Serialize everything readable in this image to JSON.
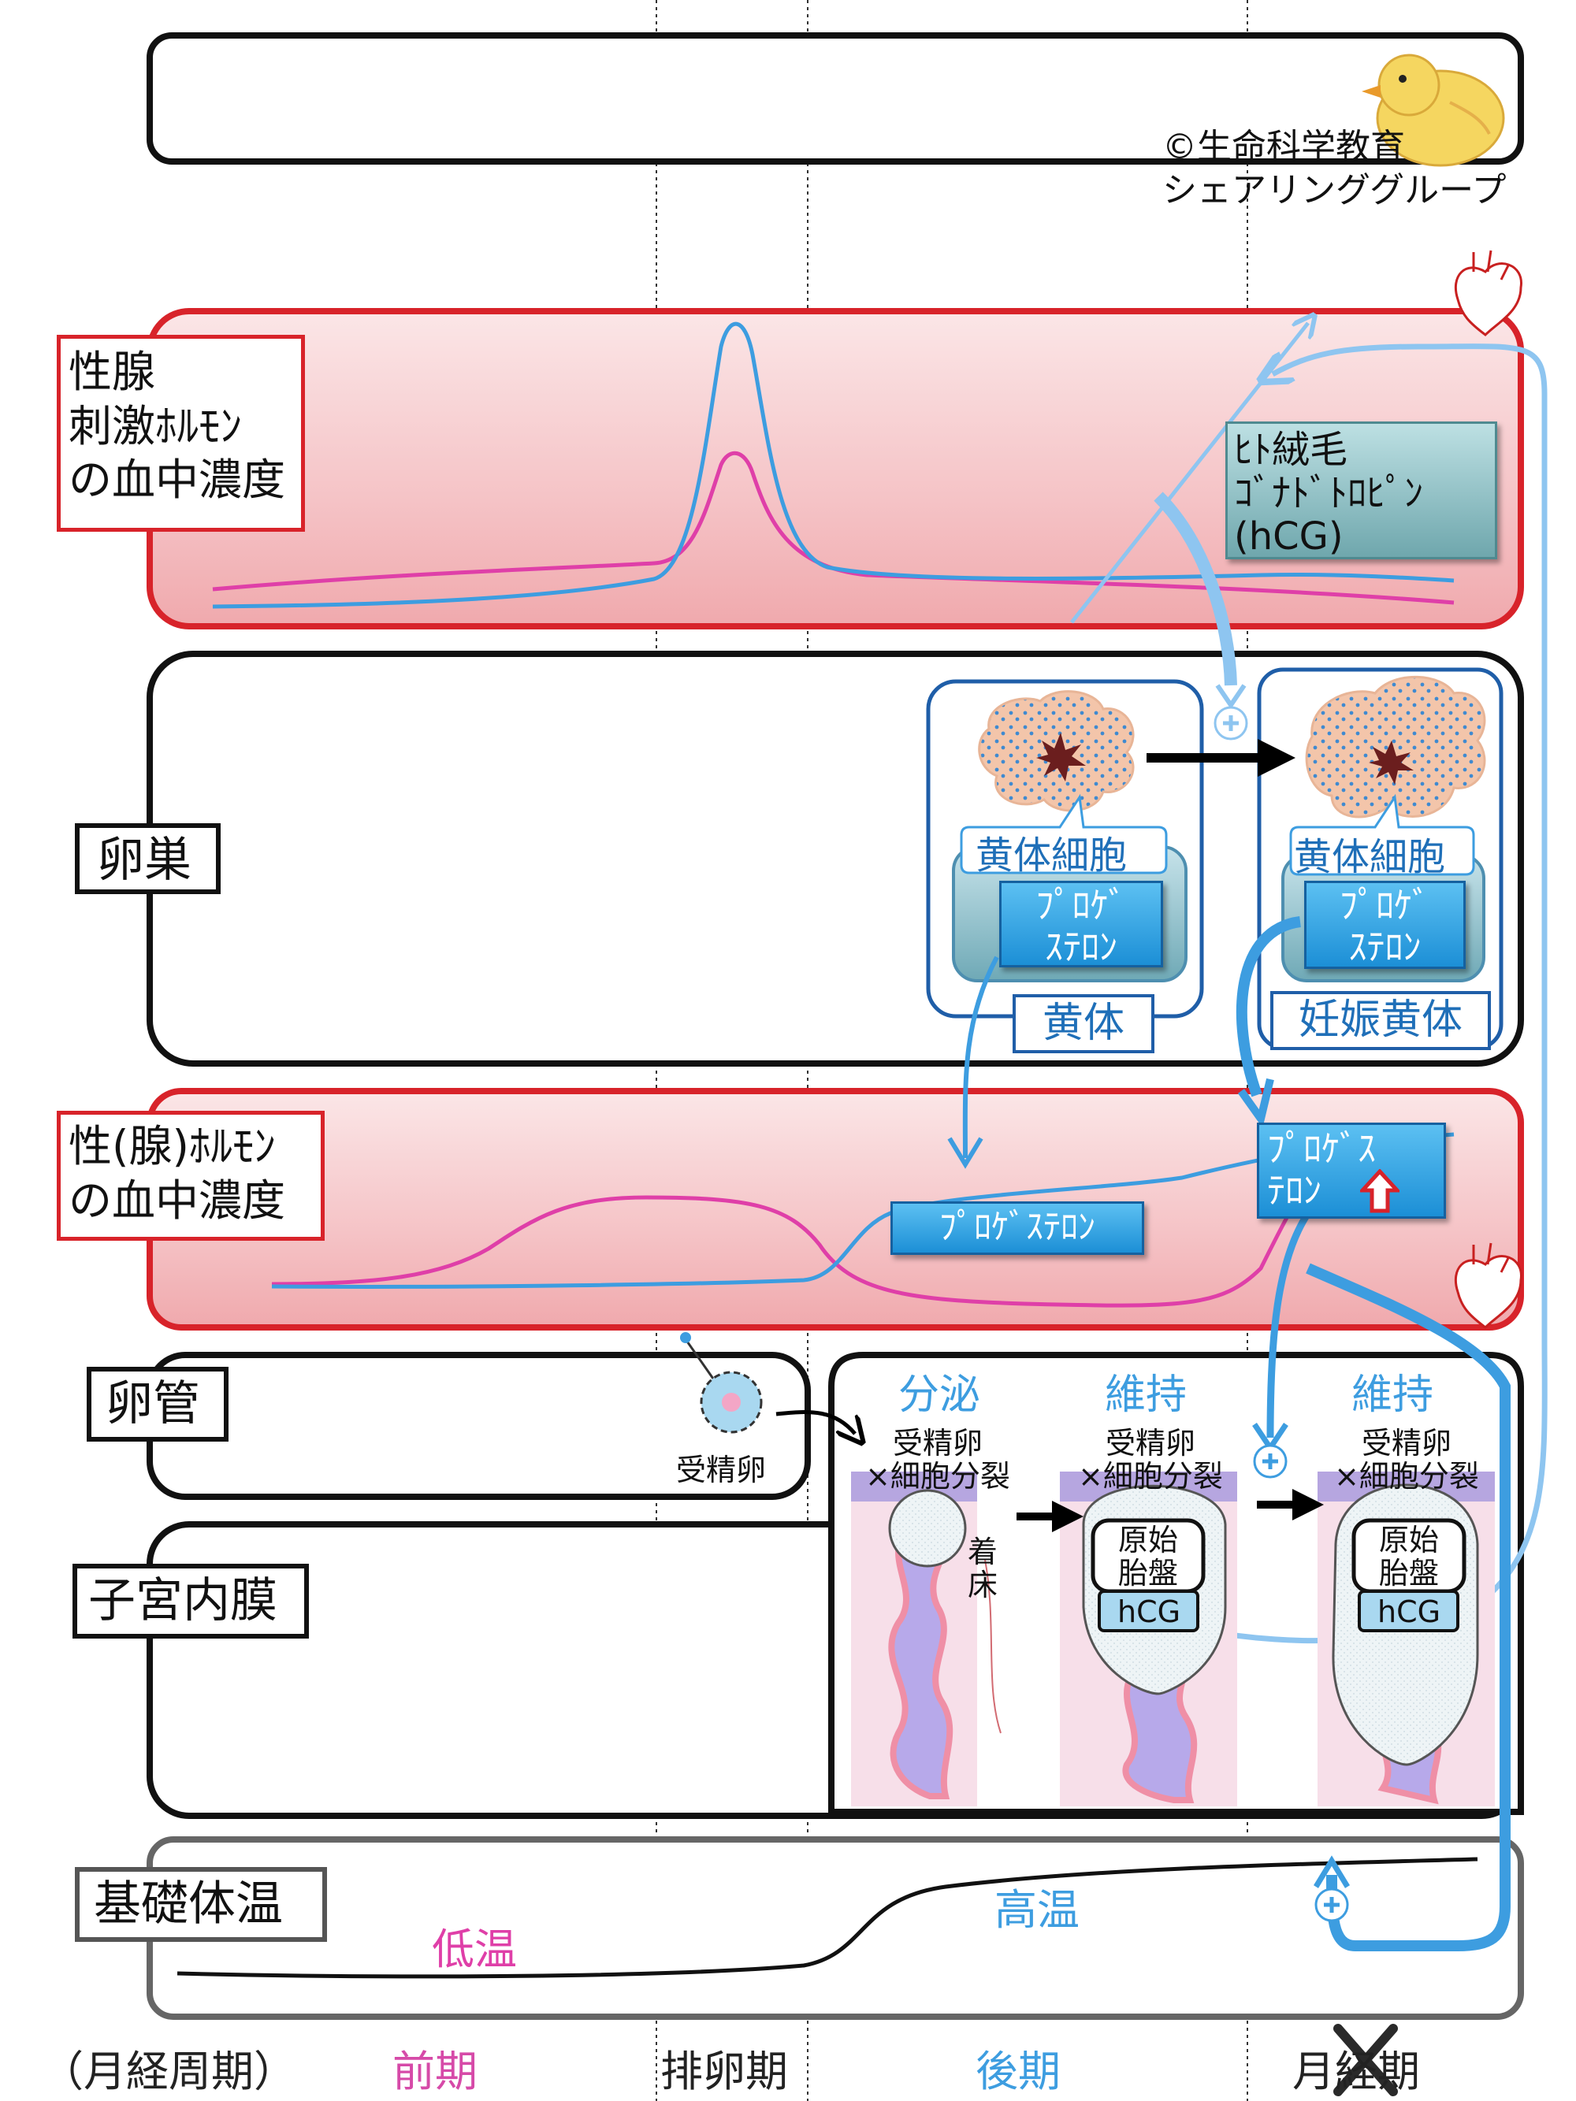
{
  "labels": {
    "gonadotropin": [
      "性腺",
      "刺激ﾎﾙﾓﾝ",
      "の血中濃度"
    ],
    "ovary": "卵巣",
    "sex_hormone": [
      "性(腺)ﾎﾙﾓﾝ",
      "の血中濃度"
    ],
    "oviduct": "卵管",
    "endometrium": "子宮内膜",
    "bbt": "基礎体温"
  },
  "credit": [
    "©生命科学教育",
    "シェアリンググループ"
  ],
  "hcg_box": [
    "ﾋﾄ絨毛",
    "ｺﾞﾅﾄﾞﾄﾛﾋﾟﾝ",
    "(hCG)"
  ],
  "ovary_panel": {
    "luteal_cell": "黄体細胞",
    "progesterone": [
      "ﾌﾟﾛｹﾞ",
      "ｽﾃﾛﾝ"
    ],
    "corpus_luteum": "黄体",
    "pregnancy_luteum": "妊娠黄体"
  },
  "hormone_panel": {
    "progesterone_mid": "ﾌﾟﾛｹﾞｽﾃﾛﾝ",
    "progesterone_right": [
      "ﾌﾟﾛｹﾞｽ",
      "ﾃﾛﾝ"
    ]
  },
  "uterus_panel": {
    "fertilized_egg": "受精卵",
    "headers": [
      "分泌",
      "維持",
      "維持"
    ],
    "egg_division": [
      "受精卵",
      "×細胞分裂"
    ],
    "implantation": [
      "着",
      "床"
    ],
    "placenta": [
      "原始",
      "胎盤"
    ],
    "hcg": "hCG"
  },
  "temperature": {
    "low": "低温",
    "high": "高温"
  },
  "phases": {
    "cycle_label": "（月経周期）",
    "follicular": "前期",
    "ovulation": "排卵期",
    "luteal": "後期",
    "menstrual": "月経期"
  },
  "colors": {
    "lh_blue": "#3d9de0",
    "fsh_pink": "#df3fa8",
    "follicular_pink": "#d64aa8",
    "luteal_blue": "#3d9de0",
    "panel_red": "#d8232a",
    "panel_fill": "#f7c9cc"
  },
  "icons": [
    "heart-icon",
    "chick-icon",
    "plus-icon",
    "cross-icon",
    "up-arrow-icon"
  ]
}
